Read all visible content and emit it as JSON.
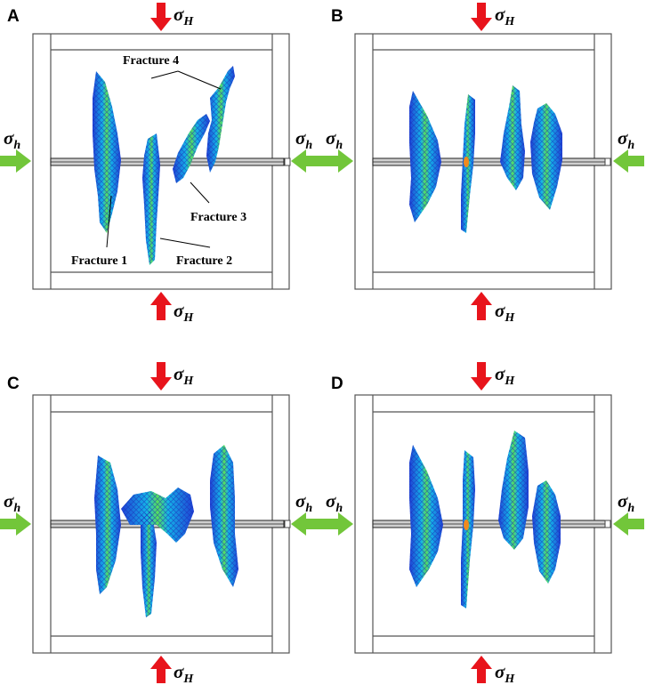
{
  "panels": [
    {
      "label": "A",
      "annotations": [
        "Fracture 1",
        "Fracture 2",
        "Fracture 3",
        "Fracture 4"
      ]
    },
    {
      "label": "B"
    },
    {
      "label": "C"
    },
    {
      "label": "D"
    }
  ],
  "stress": {
    "symbol": "σ",
    "max_subscript": "H",
    "min_subscript": "h"
  },
  "colors": {
    "max_stress_arrow": "#e8141c",
    "min_stress_arrow": "#72c63a",
    "fracture_low": "#1f3fd6",
    "fracture_mid": "#14b4e8",
    "fracture_high": "#58e05a"
  }
}
